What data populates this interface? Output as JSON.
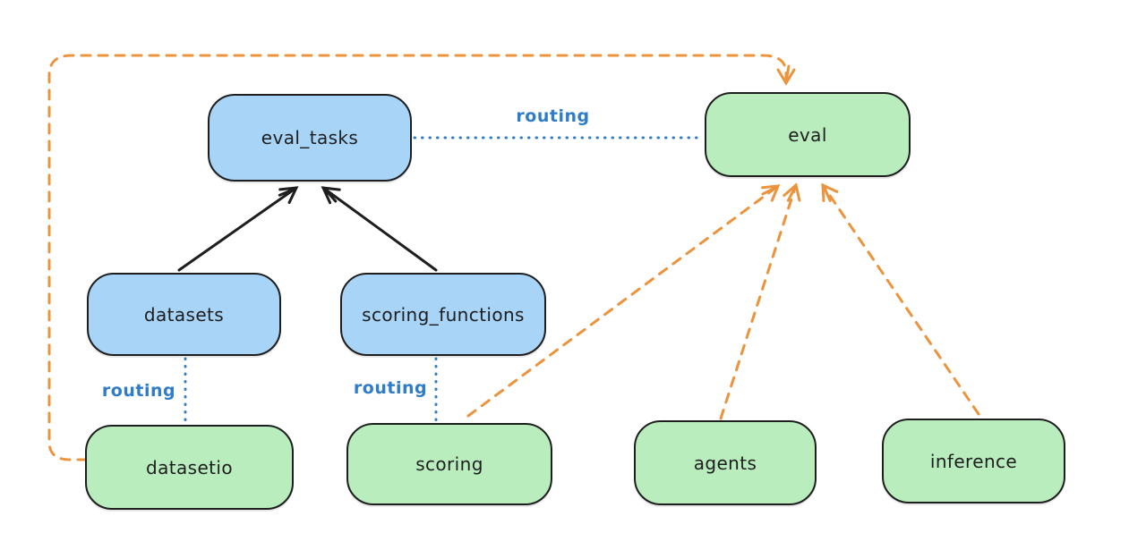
{
  "diagram": {
    "title": "",
    "nodes": [
      {
        "id": "eval_tasks",
        "label": "eval_tasks",
        "fill": "blue"
      },
      {
        "id": "eval",
        "label": "eval",
        "fill": "green"
      },
      {
        "id": "datasets",
        "label": "datasets",
        "fill": "blue"
      },
      {
        "id": "scoring_functions",
        "label": "scoring_functions",
        "fill": "blue"
      },
      {
        "id": "datasetio",
        "label": "datasetio",
        "fill": "green"
      },
      {
        "id": "scoring",
        "label": "scoring",
        "fill": "green"
      },
      {
        "id": "agents",
        "label": "agents",
        "fill": "green"
      },
      {
        "id": "inference",
        "label": "inference",
        "fill": "green"
      }
    ],
    "routing_labels": [
      "routing",
      "routing",
      "routing"
    ],
    "connections": [
      {
        "from": "datasets",
        "to": "eval_tasks",
        "style": "solid-arrow",
        "color": "black"
      },
      {
        "from": "scoring_functions",
        "to": "eval_tasks",
        "style": "solid-arrow",
        "color": "black"
      },
      {
        "from": "eval_tasks",
        "to": "eval",
        "style": "dotted-line",
        "color": "blue",
        "label": "routing"
      },
      {
        "from": "datasets",
        "to": "datasetio",
        "style": "dotted-line",
        "color": "blue",
        "label": "routing"
      },
      {
        "from": "scoring_functions",
        "to": "scoring",
        "style": "dotted-line",
        "color": "blue",
        "label": "routing"
      },
      {
        "from": "datasetio",
        "to": "eval",
        "style": "dashed-arrow",
        "color": "orange"
      },
      {
        "from": "scoring",
        "to": "eval",
        "style": "dashed-arrow",
        "color": "orange"
      },
      {
        "from": "agents",
        "to": "eval",
        "style": "dashed-arrow",
        "color": "orange"
      },
      {
        "from": "inference",
        "to": "eval",
        "style": "dashed-arrow",
        "color": "orange"
      }
    ]
  },
  "colors": {
    "canvas_bg": "#ffffff",
    "blue_fill": "#a8d4f7",
    "green_fill": "#b9edbe",
    "node_border": "#1e1e1e",
    "orange": "#eb943d",
    "routing_blue": "#2f7cc9",
    "arrow_black": "#1e1e1e",
    "text": "#1e1e1e"
  }
}
